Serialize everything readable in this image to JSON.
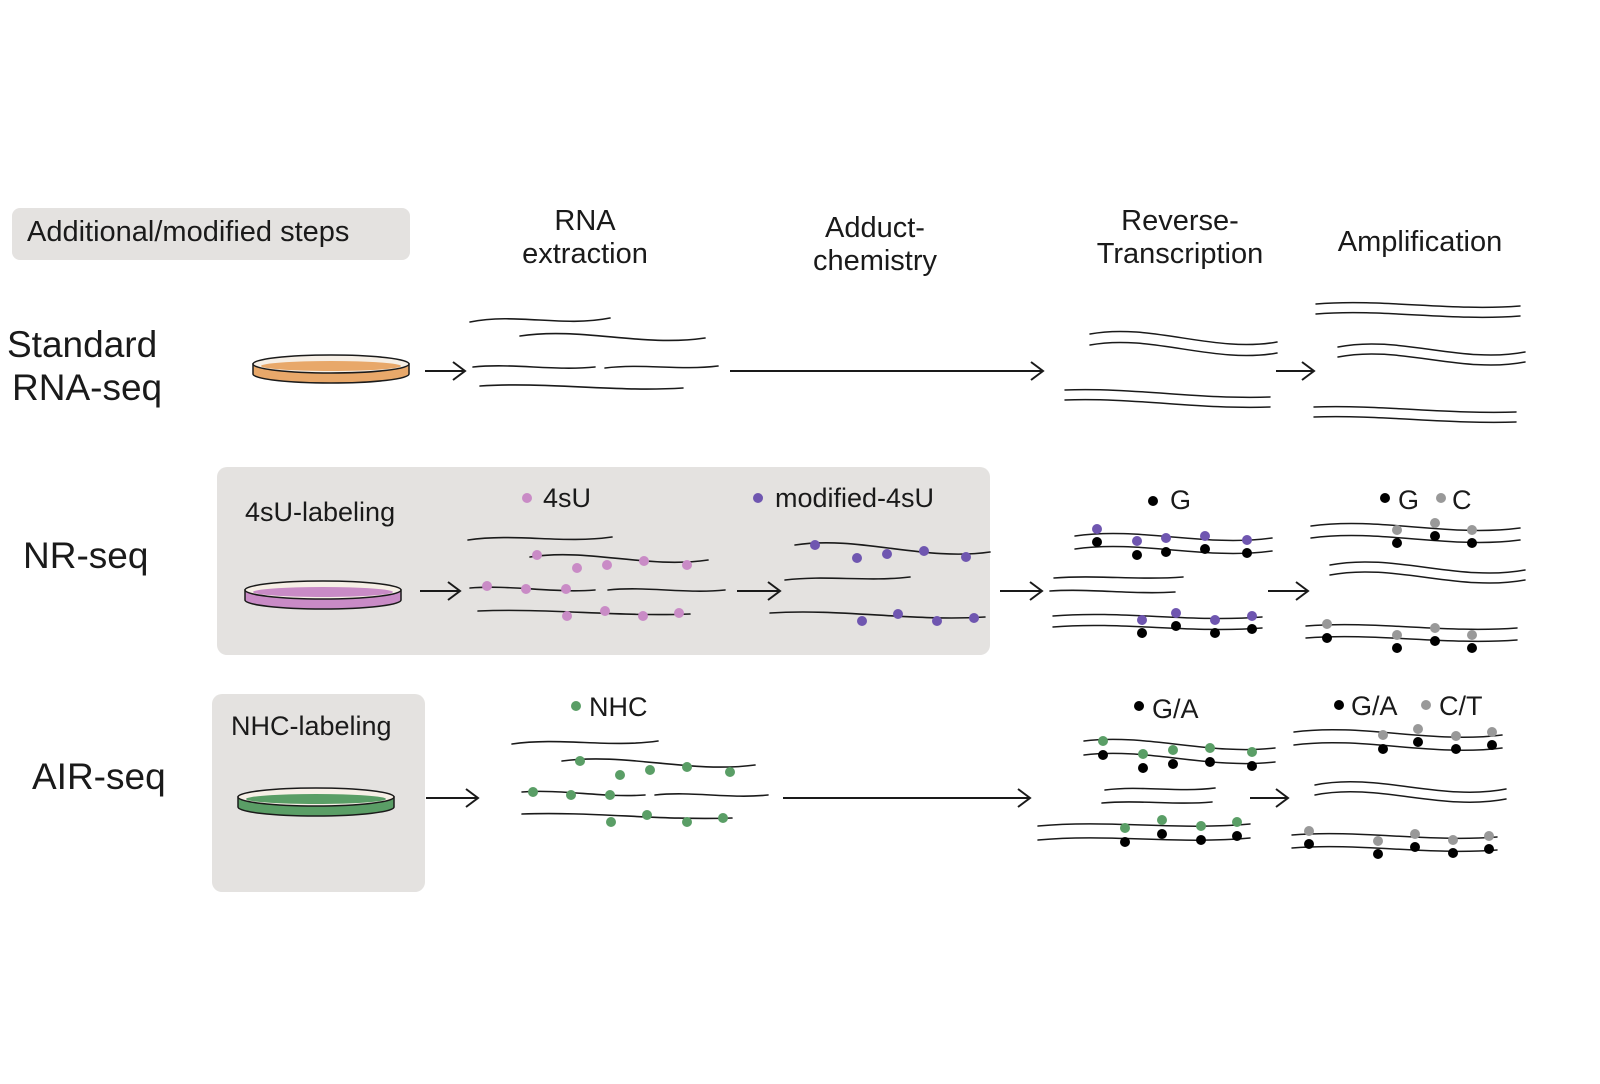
{
  "legend": {
    "label": "Additional/modified steps",
    "color": "#e4e2e0"
  },
  "steps": [
    {
      "line1": "RNA",
      "line2": "extraction"
    },
    {
      "line1": "Adduct-",
      "line2": "chemistry"
    },
    {
      "line1": "Reverse-",
      "line2": "Transcription"
    },
    {
      "line1": "Amplification",
      "line2": ""
    }
  ],
  "rows": {
    "standard": {
      "line1": "Standard",
      "line2": "RNA-seq",
      "dish_color": "#e8a86a"
    },
    "nr": {
      "label": "NR-seq",
      "box_label": "4sU-labeling",
      "dish_color": "#c98bc6",
      "legend_4su": "4sU",
      "legend_mod": "modified-4sU",
      "legend_rt": "G",
      "legend_amp_g": "G",
      "legend_amp_c": "C"
    },
    "air": {
      "label": "AIR-seq",
      "box_label": "NHC-labeling",
      "dish_color": "#5a9e66",
      "legend_nhc": "NHC",
      "legend_rt": "G/A",
      "legend_amp_ga": "G/A",
      "legend_amp_ct": "C/T"
    }
  },
  "colors": {
    "four_su": "#c98bc6",
    "modified_4su": "#6f56b0",
    "nhc": "#5a9e66",
    "incorporated": "#000000",
    "complement": "#999999"
  }
}
